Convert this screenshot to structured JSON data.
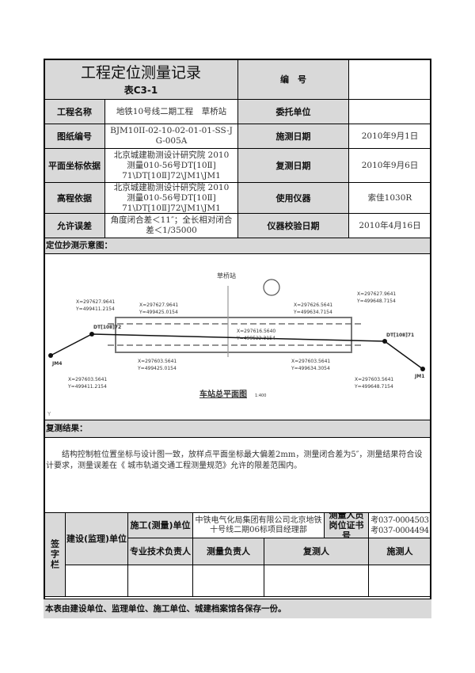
{
  "title": "工程定位测量记录",
  "form_no": "表C3-1",
  "number_label": "编　号",
  "number_value": "",
  "rows": [
    {
      "label": "工程名称",
      "value": "地铁10号线二期工程　草桥站",
      "label2": "委托单位",
      "value2": ""
    },
    {
      "label": "图纸编号",
      "value": "BJM10II-02-10-02-01-01-SS-JG-005A",
      "label2": "施测日期",
      "value2": "2010年9月1日"
    },
    {
      "label": "平面坐标依据",
      "value": "北京城建勘测设计研究院 2010测量010-56号DT[10Ⅱ] 71\\DT[10Ⅱ]72\\JM1\\JM1",
      "label2": "复测日期",
      "value2": "2010年9月6日"
    },
    {
      "label": "高程依据",
      "value": "北京城建勘测设计研究院 2010测量010-56号DT[10Ⅱ] 71\\DT[10Ⅱ]72\\JM1\\JM1",
      "label2": "使用仪器",
      "value2": "索佳1030R"
    },
    {
      "label": "允许误差",
      "value": "角度闭合差＜11″；全长相对闭合差＜1/35000",
      "label2": "仪器校验日期",
      "value2": "2010年4月16日"
    }
  ],
  "diagram": {
    "header": "定位抄测示意图：",
    "station": "草桥站",
    "drawing_title": "车站总平面图",
    "scale": "1:400",
    "points": [
      "DT[10Ⅱ]72",
      "DT[10Ⅱ]71",
      "JM4",
      "JM1"
    ],
    "coords": {
      "tl_out": [
        "X=297627.9641",
        "Y=499411.2154"
      ],
      "tl_in": [
        "X=297627.9641",
        "Y=499425.0154"
      ],
      "bl_out": [
        "X=297603.5641",
        "Y=499411.2154"
      ],
      "bl_in": [
        "X=297603.5641",
        "Y=499425.0154"
      ],
      "tr_in": [
        "X=297626.5641",
        "Y=499634.7154"
      ],
      "tr_out": [
        "X=297627.9641",
        "Y=499648.7154"
      ],
      "br_in": [
        "X=297603.5641",
        "Y=499634.3054"
      ],
      "br_out": [
        "X=297603.5641",
        "Y=499648.7154"
      ],
      "mid": [
        "X=297616.5640",
        "Y=499522.3154"
      ]
    },
    "axis": "Y"
  },
  "results": {
    "header": "复测结果：",
    "text": "结构控制桩位置坐标与设计图一致，放样点平面坐标最大偏差2mm，测量闭合差为5″，测量结果符合设计要求，测量误差在《 城市轨道交通工程测量规范》允许的限差范围内。"
  },
  "sign": {
    "label": "签字栏",
    "owner": "建设(监理)单位",
    "builder_label": "施工(测量)单位",
    "builder": "中铁电气化局集团有限公司北京地铁十号线二期06标项目经理部",
    "cert_label": "测量人员岗位证书号",
    "cert": "考037-0004503 考037-0004494",
    "tech_lead": "专业技术负责人",
    "survey_lead": "测量负责人",
    "rechecker": "复测人",
    "surveyor": "施测人"
  },
  "footer": "本表由建设单位、监理单位、施工单位、城建档案馆各保存一份。"
}
